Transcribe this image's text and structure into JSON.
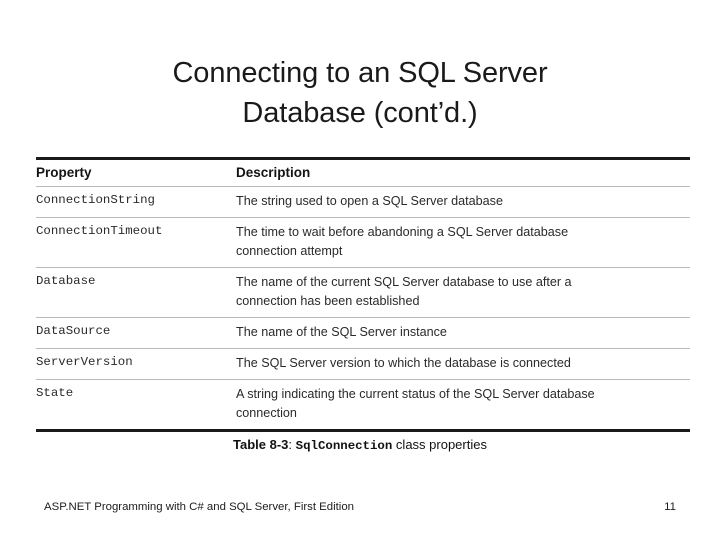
{
  "slide": {
    "title_lines": [
      "Connecting to an SQL Server",
      "Database (cont’d.)"
    ]
  },
  "table": {
    "headers": {
      "property": "Property",
      "description": "Description"
    },
    "rows": [
      {
        "property": "ConnectionString",
        "description_lines": [
          "The string used to open a SQL Server database"
        ]
      },
      {
        "property": "ConnectionTimeout",
        "description_lines": [
          "The time to wait before abandoning a SQL Server database",
          "connection attempt"
        ]
      },
      {
        "property": "Database",
        "description_lines": [
          "The name of the current SQL Server database to use after a",
          "connection has been established"
        ]
      },
      {
        "property": "DataSource",
        "description_lines": [
          "The name of the SQL Server instance"
        ]
      },
      {
        "property": "ServerVersion",
        "description_lines": [
          "The SQL Server version to which the database is connected"
        ]
      },
      {
        "property": "State",
        "description_lines": [
          "A string indicating the current status of the SQL Server database",
          "connection"
        ]
      }
    ]
  },
  "caption": {
    "label": "Table 8-3",
    "separator": ": ",
    "code": "SqlConnection",
    "tail": " class properties"
  },
  "footer": {
    "text": "ASP.NET Programming with C# and SQL Server, First Edition",
    "page_number": "11"
  },
  "colors": {
    "text": "#111111",
    "rule_strong": "#1b1b1b",
    "rule_light": "#b9b9b9",
    "background": "#ffffff"
  }
}
